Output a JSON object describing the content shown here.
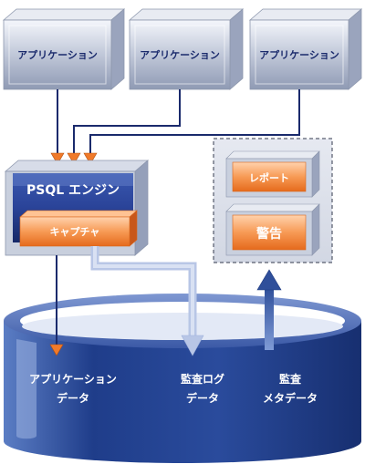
{
  "applications": [
    {
      "label": "アプリケーション"
    },
    {
      "label": "アプリケーション"
    },
    {
      "label": "アプリケーション"
    }
  ],
  "engine": {
    "title": "PSQL エンジン",
    "capture_label": "キャプチャ"
  },
  "outputs": {
    "report_label": "レポート",
    "alert_label": "警告"
  },
  "database": {
    "app_data": {
      "line1": "アプリケーション",
      "line2": "データ"
    },
    "audit_log": {
      "line1": "監査ログ",
      "line2": "データ"
    },
    "audit_meta": {
      "line1": "監査",
      "line2": "メタデータ"
    }
  },
  "colors": {
    "navy": "#1a2a6c",
    "orange": "#f07a2a",
    "gray_box": "#c9d0de",
    "db_blue": "#2f4f9a"
  }
}
